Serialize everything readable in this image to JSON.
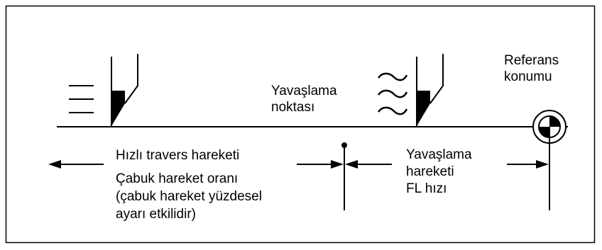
{
  "labels": {
    "reference_position": [
      "Referans",
      "konumu"
    ],
    "deceleration_point": [
      "Yavaşlama",
      "noktası"
    ],
    "rapid_traverse": [
      "Hızlı travers hareketi",
      "Çabuk hareket oranı",
      "(çabuk hareket yüzdesel",
      "ayarı etkilidir)"
    ],
    "deceleration_motion": [
      "Yavaşlama",
      "hareketi",
      "FL hızı"
    ]
  },
  "colors": {
    "stroke": "#000000",
    "background": "#ffffff"
  },
  "icons": [
    "speed-lines-icon",
    "tool-icon",
    "vibration-icon",
    "reference-marker-icon"
  ]
}
